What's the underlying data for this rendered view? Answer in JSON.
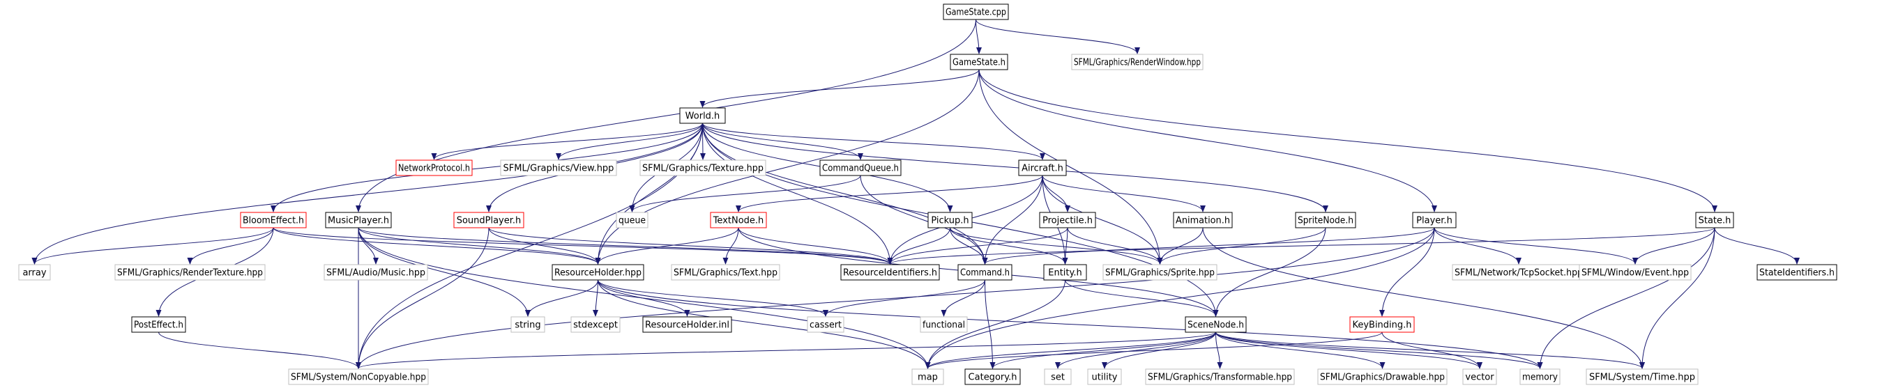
{
  "diagram": {
    "nodes": [
      {
        "id": "gamestate_cpp",
        "label": "GameState.cpp",
        "style": "root"
      },
      {
        "id": "gamestate_h",
        "label": "GameState.h",
        "style": "normal"
      },
      {
        "id": "renderwindow",
        "label": "SFML/Graphics/RenderWindow.hpp",
        "style": "external"
      },
      {
        "id": "world_h",
        "label": "World.h",
        "style": "normal"
      },
      {
        "id": "player_h",
        "label": "Player.h",
        "style": "normal"
      },
      {
        "id": "state_h",
        "label": "State.h",
        "style": "normal"
      },
      {
        "id": "networkprotocol_h",
        "label": "NetworkProtocol.h",
        "style": "missing"
      },
      {
        "id": "view_hpp",
        "label": "SFML/Graphics/View.hpp",
        "style": "external"
      },
      {
        "id": "texture_hpp",
        "label": "SFML/Graphics/Texture.hpp",
        "style": "external"
      },
      {
        "id": "commandqueue_h",
        "label": "CommandQueue.h",
        "style": "normal"
      },
      {
        "id": "aircraft_h",
        "label": "Aircraft.h",
        "style": "normal"
      },
      {
        "id": "queue",
        "label": "queue",
        "style": "external"
      },
      {
        "id": "bloomeffect_h",
        "label": "BloomEffect.h",
        "style": "missing"
      },
      {
        "id": "musicplayer_h",
        "label": "MusicPlayer.h",
        "style": "normal"
      },
      {
        "id": "soundplayer_h",
        "label": "SoundPlayer.h",
        "style": "missing"
      },
      {
        "id": "textnode_h",
        "label": "TextNode.h",
        "style": "missing"
      },
      {
        "id": "pickup_h",
        "label": "Pickup.h",
        "style": "normal"
      },
      {
        "id": "projectile_h",
        "label": "Projectile.h",
        "style": "normal"
      },
      {
        "id": "animation_h",
        "label": "Animation.h",
        "style": "normal"
      },
      {
        "id": "spritenode_h",
        "label": "SpriteNode.h",
        "style": "normal"
      },
      {
        "id": "array",
        "label": "array",
        "style": "external"
      },
      {
        "id": "rendertexture",
        "label": "SFML/Graphics/RenderTexture.hpp",
        "style": "external"
      },
      {
        "id": "music_hpp",
        "label": "SFML/Audio/Music.hpp",
        "style": "external"
      },
      {
        "id": "resourceholder_hpp",
        "label": "ResourceHolder.hpp",
        "style": "normal"
      },
      {
        "id": "text_hpp",
        "label": "SFML/Graphics/Text.hpp",
        "style": "external"
      },
      {
        "id": "resourceidentifiers_h",
        "label": "ResourceIdentifiers.h",
        "style": "normal"
      },
      {
        "id": "command_h",
        "label": "Command.h",
        "style": "normal"
      },
      {
        "id": "entity_h",
        "label": "Entity.h",
        "style": "normal"
      },
      {
        "id": "sprite_hpp",
        "label": "SFML/Graphics/Sprite.hpp",
        "style": "external"
      },
      {
        "id": "tcpsocket",
        "label": "SFML/Network/TcpSocket.hpp",
        "style": "external"
      },
      {
        "id": "event_hpp",
        "label": "SFML/Window/Event.hpp",
        "style": "external"
      },
      {
        "id": "stateidentifiers_h",
        "label": "StateIdentifiers.h",
        "style": "normal"
      },
      {
        "id": "posteffect_h",
        "label": "PostEffect.h",
        "style": "normal"
      },
      {
        "id": "string",
        "label": "string",
        "style": "external"
      },
      {
        "id": "stdexcept",
        "label": "stdexcept",
        "style": "external"
      },
      {
        "id": "resourceholder_inl",
        "label": "ResourceHolder.inl",
        "style": "normal"
      },
      {
        "id": "cassert",
        "label": "cassert",
        "style": "external"
      },
      {
        "id": "functional",
        "label": "functional",
        "style": "external"
      },
      {
        "id": "scenenode_h",
        "label": "SceneNode.h",
        "style": "normal"
      },
      {
        "id": "keybinding_h",
        "label": "KeyBinding.h",
        "style": "missing"
      },
      {
        "id": "noncopyable",
        "label": "SFML/System/NonCopyable.hpp",
        "style": "external"
      },
      {
        "id": "map",
        "label": "map",
        "style": "external"
      },
      {
        "id": "category_h",
        "label": "Category.h",
        "style": "normal"
      },
      {
        "id": "set",
        "label": "set",
        "style": "external"
      },
      {
        "id": "utility",
        "label": "utility",
        "style": "external"
      },
      {
        "id": "transformable",
        "label": "SFML/Graphics/Transformable.hpp",
        "style": "external"
      },
      {
        "id": "drawable",
        "label": "SFML/Graphics/Drawable.hpp",
        "style": "external"
      },
      {
        "id": "vector",
        "label": "vector",
        "style": "external"
      },
      {
        "id": "memory",
        "label": "memory",
        "style": "external"
      },
      {
        "id": "time_hpp",
        "label": "SFML/System/Time.hpp",
        "style": "external"
      }
    ],
    "edges": [
      [
        "gamestate_cpp",
        "gamestate_h"
      ],
      [
        "gamestate_cpp",
        "renderwindow"
      ],
      [
        "gamestate_cpp",
        "musicplayer_h"
      ],
      [
        "gamestate_h",
        "world_h"
      ],
      [
        "gamestate_h",
        "player_h"
      ],
      [
        "gamestate_h",
        "state_h"
      ],
      [
        "gamestate_h",
        "sprite_hpp"
      ],
      [
        "gamestate_h",
        "resourceholder_hpp"
      ],
      [
        "world_h",
        "networkprotocol_h"
      ],
      [
        "world_h",
        "view_hpp"
      ],
      [
        "world_h",
        "texture_hpp"
      ],
      [
        "world_h",
        "commandqueue_h"
      ],
      [
        "world_h",
        "aircraft_h"
      ],
      [
        "world_h",
        "queue"
      ],
      [
        "world_h",
        "bloomeffect_h"
      ],
      [
        "world_h",
        "soundplayer_h"
      ],
      [
        "world_h",
        "pickup_h"
      ],
      [
        "world_h",
        "spritenode_h"
      ],
      [
        "world_h",
        "array"
      ],
      [
        "world_h",
        "resourceholder_hpp"
      ],
      [
        "world_h",
        "resourceidentifiers_h"
      ],
      [
        "world_h",
        "command_h"
      ],
      [
        "world_h",
        "scenenode_h"
      ],
      [
        "world_h",
        "noncopyable"
      ],
      [
        "commandqueue_h",
        "queue"
      ],
      [
        "commandqueue_h",
        "command_h"
      ],
      [
        "aircraft_h",
        "textnode_h"
      ],
      [
        "aircraft_h",
        "projectile_h"
      ],
      [
        "aircraft_h",
        "animation_h"
      ],
      [
        "aircraft_h",
        "resourceidentifiers_h"
      ],
      [
        "aircraft_h",
        "command_h"
      ],
      [
        "aircraft_h",
        "entity_h"
      ],
      [
        "aircraft_h",
        "sprite_hpp"
      ],
      [
        "bloomeffect_h",
        "array"
      ],
      [
        "bloomeffect_h",
        "rendertexture"
      ],
      [
        "bloomeffect_h",
        "posteffect_h"
      ],
      [
        "bloomeffect_h",
        "resourceholder_hpp"
      ],
      [
        "bloomeffect_h",
        "resourceidentifiers_h"
      ],
      [
        "musicplayer_h",
        "music_hpp"
      ],
      [
        "musicplayer_h",
        "resourceholder_hpp"
      ],
      [
        "musicplayer_h",
        "resourceidentifiers_h"
      ],
      [
        "musicplayer_h",
        "string"
      ],
      [
        "musicplayer_h",
        "noncopyable"
      ],
      [
        "musicplayer_h",
        "map"
      ],
      [
        "soundplayer_h",
        "resourceholder_hpp"
      ],
      [
        "soundplayer_h",
        "resourceidentifiers_h"
      ],
      [
        "soundplayer_h",
        "noncopyable"
      ],
      [
        "textnode_h",
        "resourceholder_hpp"
      ],
      [
        "textnode_h",
        "resourceidentifiers_h"
      ],
      [
        "textnode_h",
        "text_hpp"
      ],
      [
        "textnode_h",
        "scenenode_h"
      ],
      [
        "pickup_h",
        "resourceidentifiers_h"
      ],
      [
        "pickup_h",
        "command_h"
      ],
      [
        "pickup_h",
        "entity_h"
      ],
      [
        "pickup_h",
        "sprite_hpp"
      ],
      [
        "projectile_h",
        "entity_h"
      ],
      [
        "projectile_h",
        "resourceidentifiers_h"
      ],
      [
        "projectile_h",
        "sprite_hpp"
      ],
      [
        "animation_h",
        "sprite_hpp"
      ],
      [
        "animation_h",
        "time_hpp"
      ],
      [
        "spritenode_h",
        "scenenode_h"
      ],
      [
        "spritenode_h",
        "sprite_hpp"
      ],
      [
        "player_h",
        "command_h"
      ],
      [
        "player_h",
        "tcpsocket"
      ],
      [
        "player_h",
        "event_hpp"
      ],
      [
        "player_h",
        "keybinding_h"
      ],
      [
        "player_h",
        "map"
      ],
      [
        "player_h",
        "noncopyable"
      ],
      [
        "state_h",
        "stateidentifiers_h"
      ],
      [
        "state_h",
        "resourceidentifiers_h"
      ],
      [
        "state_h",
        "event_hpp"
      ],
      [
        "state_h",
        "time_hpp"
      ],
      [
        "state_h",
        "memory"
      ],
      [
        "resourceholder_hpp",
        "map"
      ],
      [
        "resourceholder_hpp",
        "string"
      ],
      [
        "resourceholder_hpp",
        "memory"
      ],
      [
        "resourceholder_hpp",
        "stdexcept"
      ],
      [
        "resourceholder_hpp",
        "cassert"
      ],
      [
        "resourceholder_hpp",
        "resourceholder_inl"
      ],
      [
        "command_h",
        "category_h"
      ],
      [
        "command_h",
        "functional"
      ],
      [
        "command_h",
        "cassert"
      ],
      [
        "entity_h",
        "scenenode_h"
      ],
      [
        "entity_h",
        "map"
      ],
      [
        "posteffect_h",
        "noncopyable"
      ],
      [
        "scenenode_h",
        "category_h"
      ],
      [
        "scenenode_h",
        "noncopyable"
      ],
      [
        "scenenode_h",
        "map"
      ],
      [
        "scenenode_h",
        "set"
      ],
      [
        "scenenode_h",
        "utility"
      ],
      [
        "scenenode_h",
        "transformable"
      ],
      [
        "scenenode_h",
        "drawable"
      ],
      [
        "scenenode_h",
        "vector"
      ],
      [
        "scenenode_h",
        "memory"
      ],
      [
        "scenenode_h",
        "time_hpp"
      ],
      [
        "keybinding_h",
        "map"
      ],
      [
        "keybinding_h",
        "vector"
      ]
    ]
  },
  "colors": {
    "edge": "#191970",
    "normal_border": "#000000",
    "external_border": "#bfbfbf",
    "missing_border": "#ff0000",
    "root_fill": "#bfbfbf"
  }
}
